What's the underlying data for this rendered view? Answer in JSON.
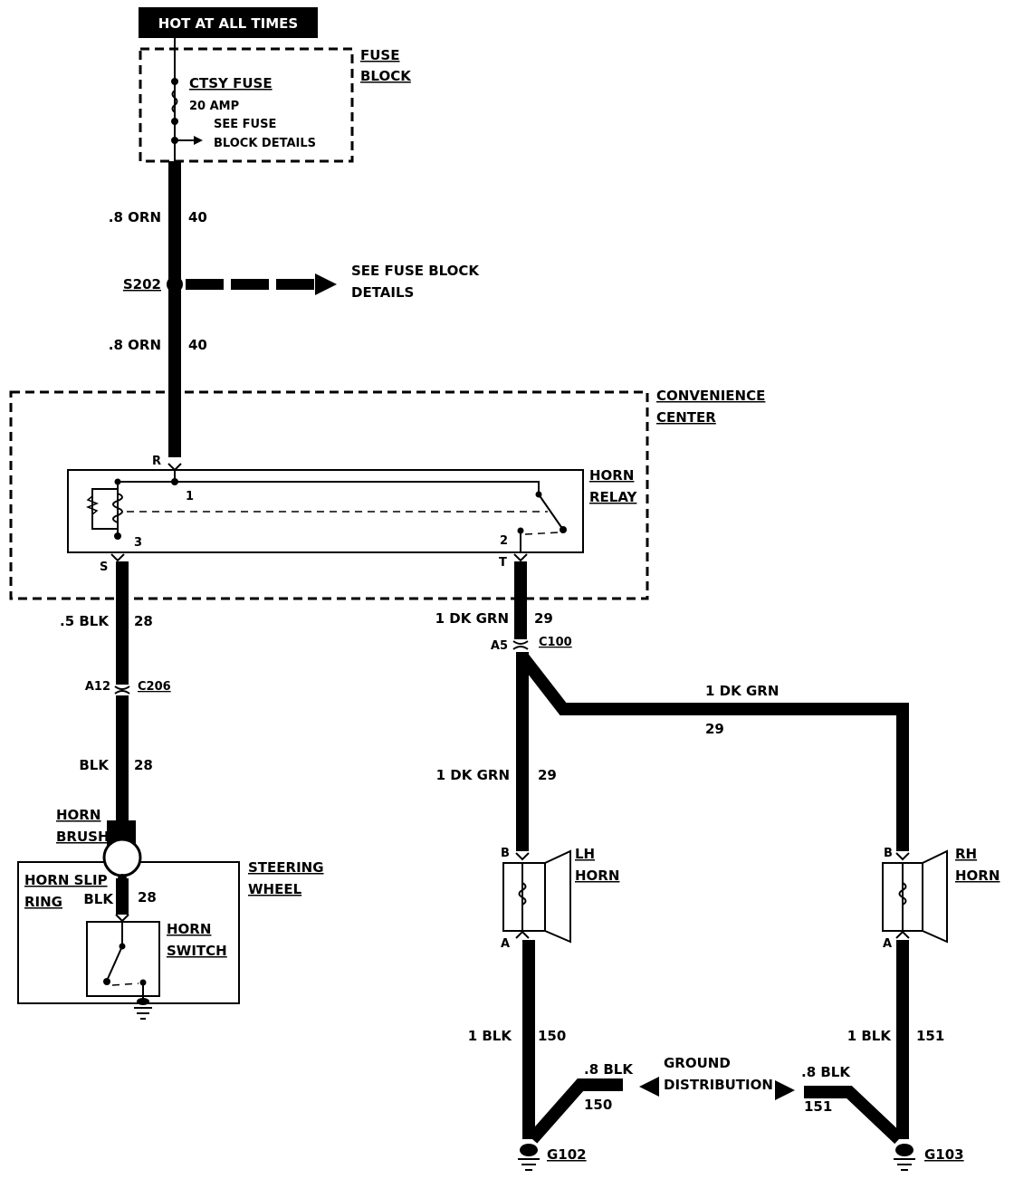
{
  "power": {
    "title": "HOT AT ALL TIMES"
  },
  "fuse_block": {
    "label_line1": "FUSE",
    "label_line2": "BLOCK",
    "fuse_name": "CTSY FUSE",
    "fuse_rating": "20 AMP",
    "see_line1": "SEE FUSE",
    "see_line2": "BLOCK DETAILS"
  },
  "wires": {
    "w40_top": {
      "gauge": ".8 ORN",
      "circuit": "40"
    },
    "w40_bottom": {
      "gauge": ".8 ORN",
      "circuit": "40"
    },
    "w28_top": {
      "gauge": ".5 BLK",
      "circuit": "28"
    },
    "w28_mid": {
      "gauge": "BLK",
      "circuit": "28"
    },
    "w28_wheel": {
      "gauge": "BLK",
      "circuit": "28"
    },
    "w29_top": {
      "gauge": "1 DK GRN",
      "circuit": "29"
    },
    "w29_right": {
      "gauge": "1 DK GRN",
      "circuit": "29"
    },
    "w29_left": {
      "gauge": "1 DK GRN",
      "circuit": "29"
    },
    "w150": {
      "gauge": "1 BLK",
      "circuit": "150"
    },
    "w150_g": {
      "gauge": ".8 BLK",
      "circuit": "150"
    },
    "w151": {
      "gauge": "1 BLK",
      "circuit": "151"
    },
    "w151_g": {
      "gauge": ".8 BLK",
      "circuit": "151"
    }
  },
  "splice": {
    "id": "S202",
    "see_line1": "SEE FUSE BLOCK",
    "see_line2": "DETAILS"
  },
  "convenience_center": {
    "line1": "CONVENIENCE",
    "line2": "CENTER"
  },
  "horn_relay": {
    "line1": "HORN",
    "line2": "RELAY",
    "pin_r": "R",
    "pin_s": "S",
    "pin_t": "T",
    "term_1": "1",
    "term_2": "2",
    "term_3": "3"
  },
  "connectors": {
    "c206": {
      "id": "C206",
      "pin": "A12"
    },
    "c100": {
      "id": "C100",
      "pin": "A5"
    }
  },
  "steering": {
    "brush_line1": "HORN",
    "brush_line2": "BRUSH",
    "wheel_line1": "STEERING",
    "wheel_line2": "WHEEL",
    "slip_line1": "HORN SLIP",
    "slip_line2": "RING",
    "switch_line1": "HORN",
    "switch_line2": "SWITCH"
  },
  "lh_horn": {
    "line1": "LH",
    "line2": "HORN",
    "pin_b": "B",
    "pin_a": "A"
  },
  "rh_horn": {
    "line1": "RH",
    "line2": "HORN",
    "pin_b": "B",
    "pin_a": "A"
  },
  "grounds": {
    "g102": "G102",
    "g103": "G103",
    "dist_line1": "GROUND",
    "dist_line2": "DISTRIBUTION"
  }
}
